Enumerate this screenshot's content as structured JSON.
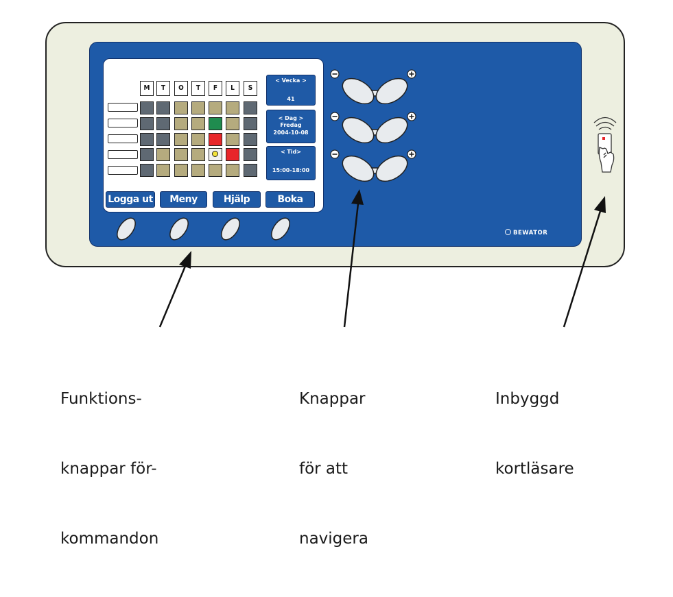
{
  "screen": {
    "day_headers": [
      "M",
      "T",
      "O",
      "T",
      "F",
      "L",
      "S"
    ],
    "grid": [
      [
        "d",
        "d",
        "k",
        "k",
        "k",
        "k",
        "d"
      ],
      [
        "d",
        "d",
        "k",
        "k",
        "g",
        "k",
        "d"
      ],
      [
        "d",
        "d",
        "k",
        "k",
        "r",
        "k",
        "d"
      ],
      [
        "d",
        "k",
        "k",
        "k",
        "y",
        "r",
        "d"
      ],
      [
        "d",
        "k",
        "k",
        "k",
        "k",
        "k",
        "d"
      ]
    ],
    "colors": {
      "d": "#5f6973",
      "k": "#b5ab7e",
      "g": "#1f8c4f",
      "r": "#e8262a",
      "y": "#f2f2ef"
    },
    "week_label": "< Vecka >",
    "week_value": "41",
    "day_label": "< Dag >",
    "day_name": "Fredag",
    "day_date": "2004-10-08",
    "time_label": "< Tid>",
    "time_value": "15:00-18:00",
    "buttons": [
      "Logga ut",
      "Meny",
      "Hjälp",
      "Boka"
    ]
  },
  "nav": {
    "minus_symbol": "−",
    "plus_symbol": "+"
  },
  "brand": "BEWATOR",
  "captions": {
    "function_keys": [
      "Funktions-",
      "knappar för-",
      "kommandon"
    ],
    "nav_keys": [
      "Knappar",
      "för att",
      "navigera"
    ],
    "card_reader": [
      "Inbyggd",
      "kortläsare"
    ]
  },
  "palette": {
    "panel_blue": "#1e5aa8",
    "housing": "#edefe0",
    "button_fill": "#e8ebee"
  },
  "icons": [
    "card-reader-icon",
    "contactless-wave-icon",
    "brand-logo-icon"
  ]
}
